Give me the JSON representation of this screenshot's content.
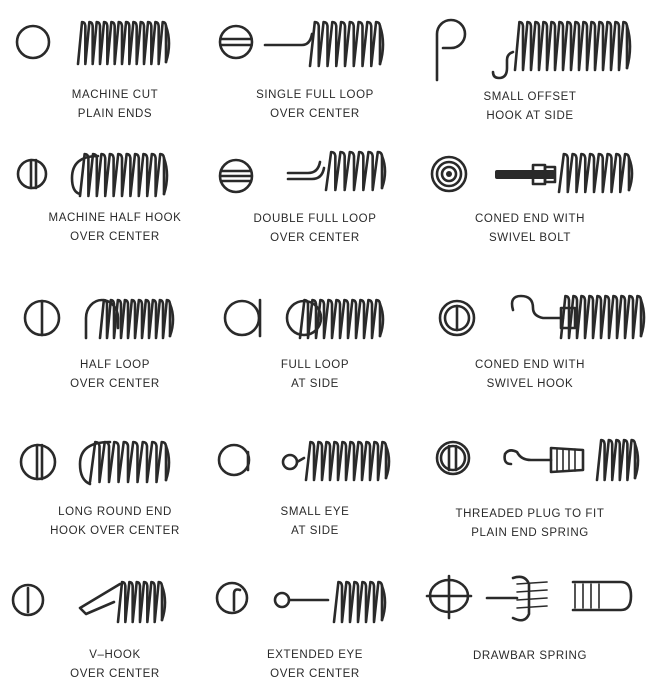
{
  "ends": [
    {
      "l1": "MACHINE CUT",
      "l2": "PLAIN ENDS"
    },
    {
      "l1": "SINGLE FULL LOOP",
      "l2": "OVER CENTER"
    },
    {
      "l1": "SMALL OFFSET",
      "l2": "HOOK AT SIDE"
    },
    {
      "l1": "MACHINE HALF HOOK",
      "l2": "OVER CENTER"
    },
    {
      "l1": "DOUBLE FULL LOOP",
      "l2": "OVER CENTER"
    },
    {
      "l1": "CONED END WITH",
      "l2": "SWIVEL BOLT"
    },
    {
      "l1": "HALF LOOP",
      "l2": "OVER CENTER"
    },
    {
      "l1": "FULL LOOP",
      "l2": "AT SIDE"
    },
    {
      "l1": "CONED END WITH",
      "l2": "SWIVEL HOOK"
    },
    {
      "l1": "LONG ROUND END",
      "l2": "HOOK OVER CENTER"
    },
    {
      "l1": "SMALL EYE",
      "l2": "AT SIDE"
    },
    {
      "l1": "THREADED PLUG TO FIT",
      "l2": "PLAIN END SPRING"
    },
    {
      "l1": "V–HOOK",
      "l2": "OVER CENTER"
    },
    {
      "l1": "EXTENDED EYE",
      "l2": "OVER CENTER"
    },
    {
      "l1": "DRAWBAR SPRING",
      "l2": ""
    }
  ]
}
